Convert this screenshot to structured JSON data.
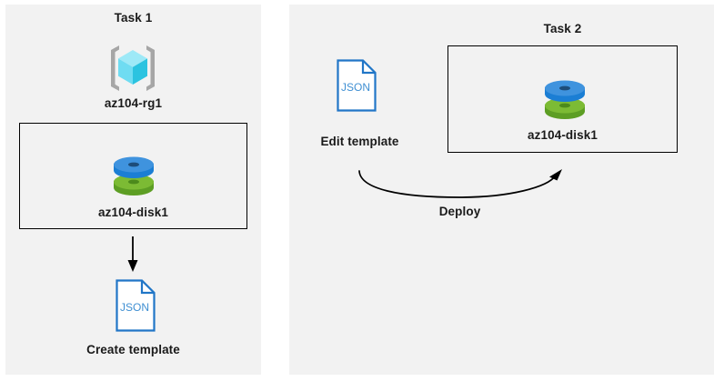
{
  "diagram": {
    "background": "#ffffff",
    "panel_fill": "#f2f2f2",
    "outline_color": "#000000",
    "text_color": "#1a1a1a"
  },
  "panels": [
    {
      "name": "task-1",
      "title": "Task 1",
      "resource_group": {
        "icon": "azure-resource-group-icon",
        "label": "az104-rg1",
        "colors": {
          "cube_light": "#9ee9f7",
          "cube_mid": "#5fd8f0",
          "cube_dark": "#2bc3e0",
          "bracket": "#a6a6a6"
        }
      },
      "resource_box": {
        "name": "resource-group-boundary",
        "disk": {
          "icon": "managed-disk-icon",
          "label": "az104-disk1",
          "colors": {
            "blue_top": "#3f93de",
            "blue_side": "#1b7ed4",
            "green_top": "#7cbb34",
            "green_side": "#5d9e24",
            "hole": "#1d4d7a"
          }
        }
      },
      "arrow": {
        "name": "arrow-down",
        "direction": "down",
        "color": "#000000"
      },
      "template": {
        "icon": "json-document-icon",
        "icon_text": "JSON",
        "label": "Create template",
        "colors": {
          "outline": "#2176c7",
          "fill": "#ffffff",
          "text": "#3f8fd2"
        }
      }
    },
    {
      "name": "task-2",
      "title": "Task 2",
      "template": {
        "icon": "json-document-icon",
        "icon_text": "JSON",
        "label": "Edit template",
        "colors": {
          "outline": "#2176c7",
          "fill": "#ffffff",
          "text": "#3f8fd2"
        }
      },
      "resource_box": {
        "name": "resource-group-boundary",
        "disk": {
          "icon": "managed-disk-icon",
          "label": "az104-disk1",
          "colors": {
            "blue_top": "#3f93de",
            "blue_side": "#1b7ed4",
            "green_top": "#7cbb34",
            "green_side": "#5d9e24",
            "hole": "#1d4d7a"
          }
        }
      },
      "arrow": {
        "name": "arrow-curved-deploy",
        "direction": "left-to-right-curved",
        "label": "Deploy",
        "color": "#000000"
      }
    }
  ]
}
